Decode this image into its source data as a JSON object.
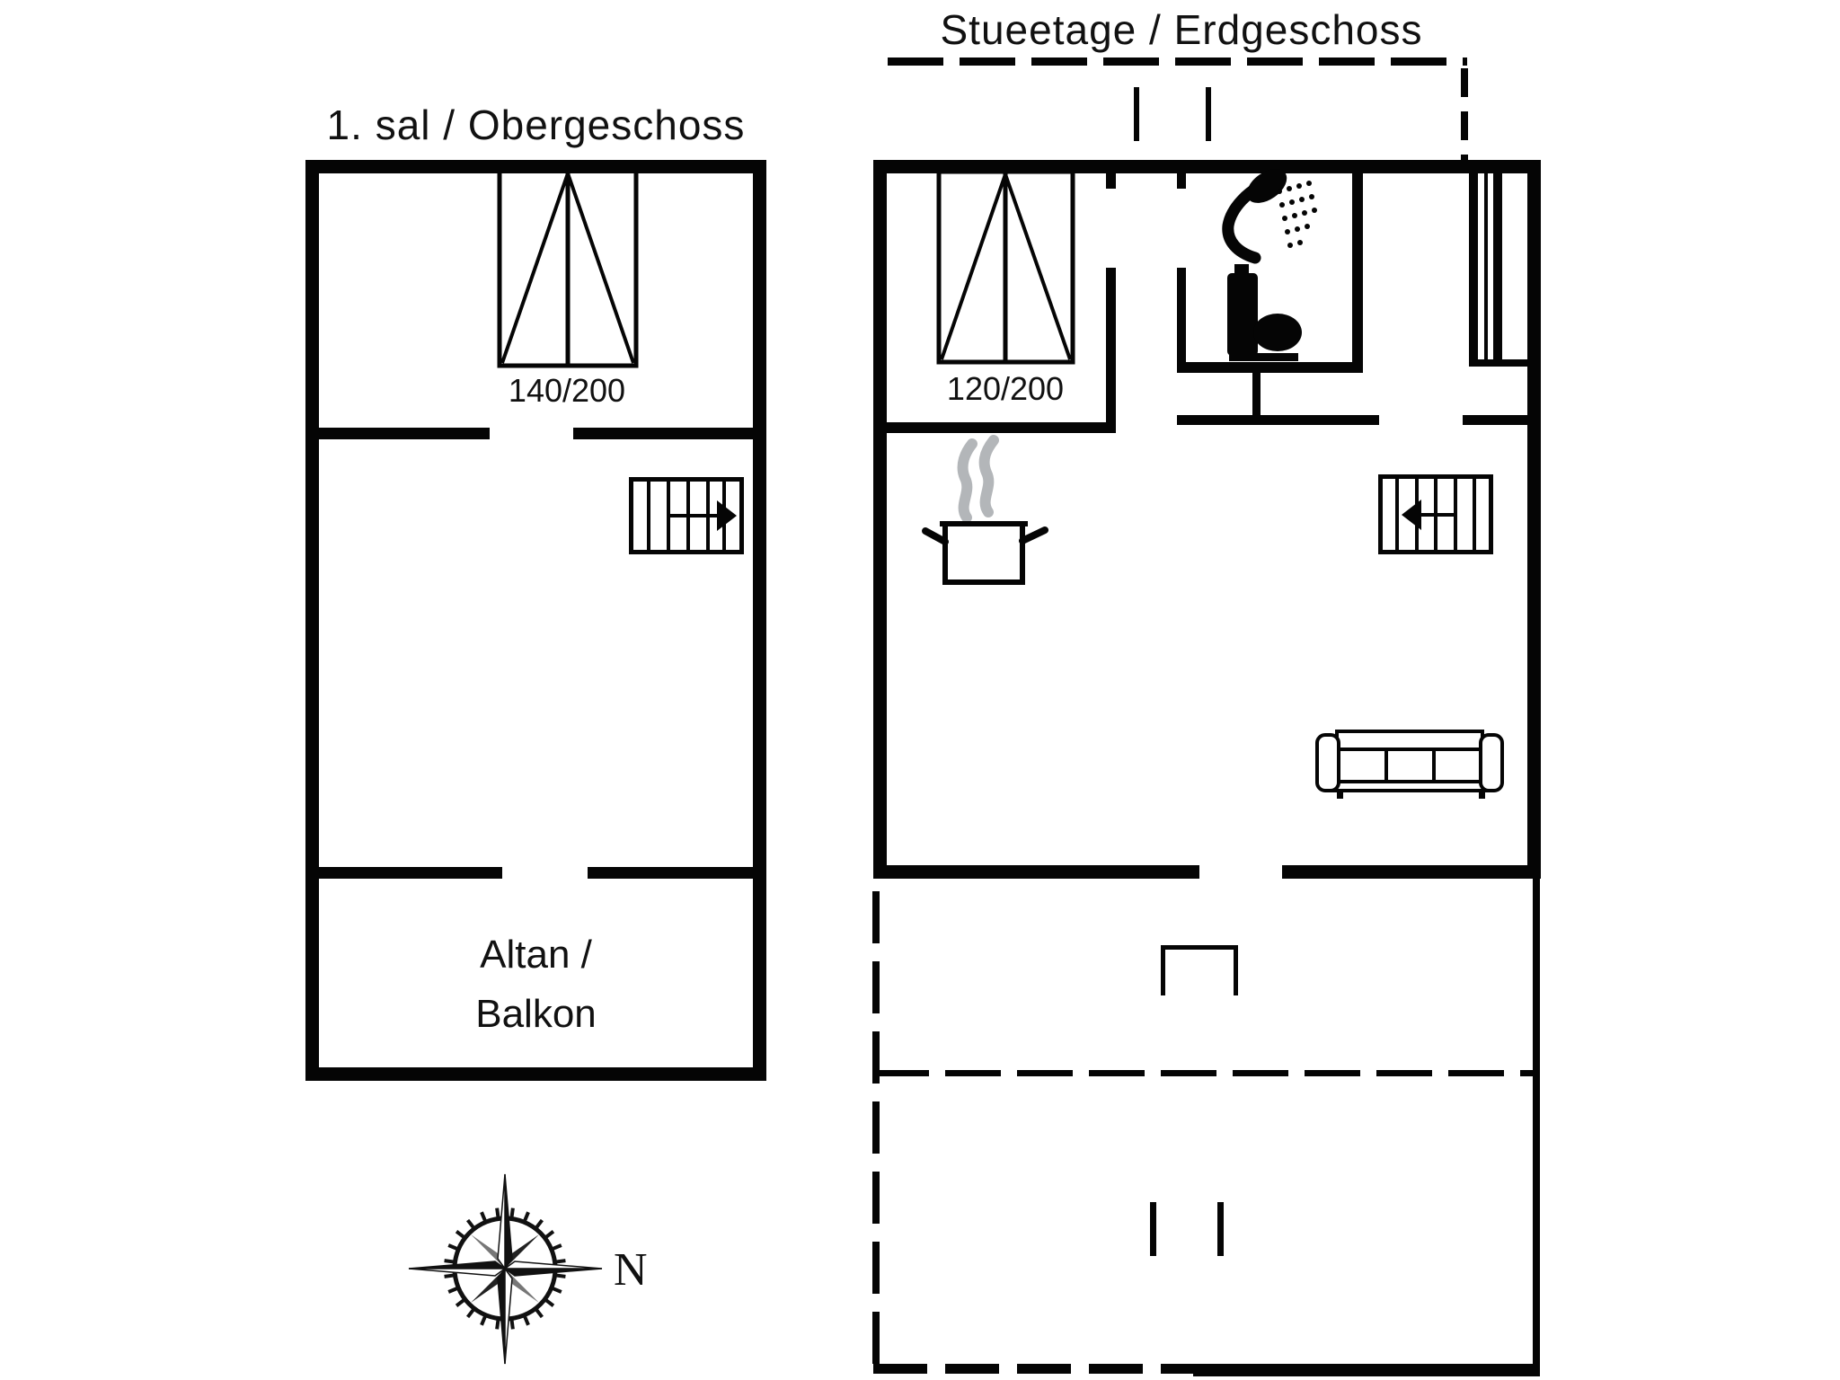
{
  "document": {
    "background": "#ffffff",
    "line_color": "#050505",
    "steam_color": "#b3b6b9"
  },
  "upper_floor": {
    "title": "1. sal / Obergeschoss",
    "bed_label": "140/200",
    "balcony_label_line1": "Altan /",
    "balcony_label_line2": "Balkon",
    "icons": [
      "double-bed-icon",
      "stairs-up-icon"
    ]
  },
  "ground_floor": {
    "title": "Stueetage / Erdgeschoss",
    "bed_label": "120/200",
    "icons": [
      "double-bed-icon",
      "shower-icon",
      "toilet-icon",
      "cooking-pot-icon",
      "stairs-down-icon",
      "sofa-icon"
    ]
  },
  "compass": {
    "north_label": "N"
  }
}
